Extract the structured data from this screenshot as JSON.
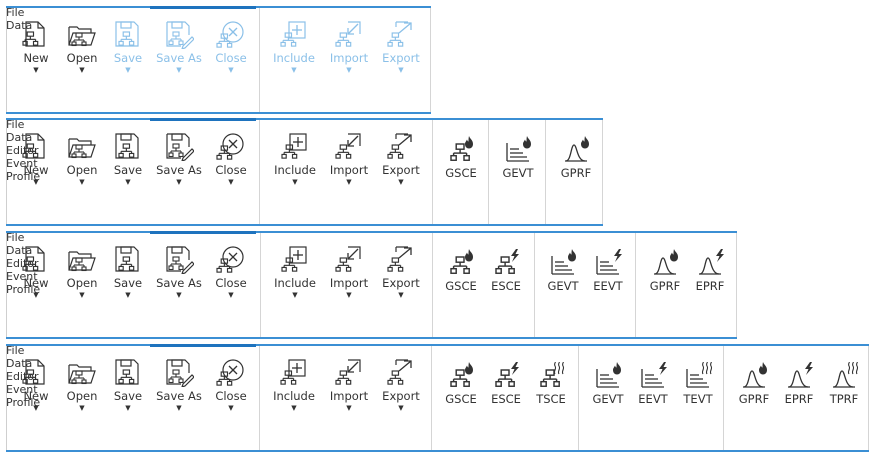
{
  "accent_color": "#3b8fd4",
  "disabled_color": "#8bc0e8",
  "ribbons": [
    {
      "groups": [
        {
          "label": "File",
          "buttons": [
            {
              "label": "New",
              "icon": "new-flowchart-icon",
              "dropdown": true,
              "enabled": true
            },
            {
              "label": "Open",
              "icon": "open-folder-flowchart-icon",
              "dropdown": true,
              "enabled": true
            },
            {
              "label": "Save",
              "icon": "save-flowchart-icon",
              "dropdown": true,
              "enabled": false
            },
            {
              "label": "Save As",
              "icon": "save-as-flowchart-icon",
              "dropdown": true,
              "enabled": false
            },
            {
              "label": "Close",
              "icon": "close-circle-icon",
              "dropdown": true,
              "enabled": false
            }
          ]
        },
        {
          "label": "Data",
          "buttons": [
            {
              "label": "Include",
              "icon": "include-plus-icon",
              "dropdown": true,
              "enabled": false
            },
            {
              "label": "Import",
              "icon": "import-arrow-icon",
              "dropdown": true,
              "enabled": false
            },
            {
              "label": "Export",
              "icon": "export-arrow-icon",
              "dropdown": true,
              "enabled": false
            }
          ]
        }
      ]
    },
    {
      "groups": [
        {
          "label": "File",
          "buttons": [
            {
              "label": "New",
              "icon": "new-flowchart-icon",
              "dropdown": true,
              "enabled": true
            },
            {
              "label": "Open",
              "icon": "open-folder-flowchart-icon",
              "dropdown": true,
              "enabled": true
            },
            {
              "label": "Save",
              "icon": "save-flowchart-icon",
              "dropdown": true,
              "enabled": true
            },
            {
              "label": "Save As",
              "icon": "save-as-flowchart-icon",
              "dropdown": true,
              "enabled": true
            },
            {
              "label": "Close",
              "icon": "close-circle-icon",
              "dropdown": true,
              "enabled": true
            }
          ]
        },
        {
          "label": "Data",
          "buttons": [
            {
              "label": "Include",
              "icon": "include-plus-icon",
              "dropdown": true,
              "enabled": true
            },
            {
              "label": "Import",
              "icon": "import-arrow-icon",
              "dropdown": true,
              "enabled": true
            },
            {
              "label": "Export",
              "icon": "export-arrow-icon",
              "dropdown": true,
              "enabled": true
            }
          ]
        },
        {
          "label": "Editor",
          "buttons": [
            {
              "label": "GSCE",
              "icon": "gsce-flame-icon",
              "dropdown": false,
              "enabled": true
            }
          ]
        },
        {
          "label": "Event",
          "buttons": [
            {
              "label": "GEVT",
              "icon": "gevt-flame-icon",
              "dropdown": false,
              "enabled": true
            }
          ]
        },
        {
          "label": "Profile",
          "buttons": [
            {
              "label": "GPRF",
              "icon": "gprf-flame-icon",
              "dropdown": false,
              "enabled": true
            }
          ]
        }
      ]
    },
    {
      "groups": [
        {
          "label": "File",
          "buttons": [
            {
              "label": "New",
              "icon": "new-flowchart-icon",
              "dropdown": true,
              "enabled": true
            },
            {
              "label": "Open",
              "icon": "open-folder-flowchart-icon",
              "dropdown": true,
              "enabled": true
            },
            {
              "label": "Save",
              "icon": "save-flowchart-icon",
              "dropdown": true,
              "enabled": true
            },
            {
              "label": "Save As",
              "icon": "save-as-flowchart-icon",
              "dropdown": true,
              "enabled": true
            },
            {
              "label": "Close",
              "icon": "close-circle-icon",
              "dropdown": true,
              "enabled": true
            }
          ]
        },
        {
          "label": "Data",
          "buttons": [
            {
              "label": "Include",
              "icon": "include-plus-icon",
              "dropdown": true,
              "enabled": true
            },
            {
              "label": "Import",
              "icon": "import-arrow-icon",
              "dropdown": true,
              "enabled": true
            },
            {
              "label": "Export",
              "icon": "export-arrow-icon",
              "dropdown": true,
              "enabled": true
            }
          ]
        },
        {
          "label": "Editor",
          "buttons": [
            {
              "label": "GSCE",
              "icon": "gsce-flame-icon",
              "dropdown": false,
              "enabled": true
            },
            {
              "label": "ESCE",
              "icon": "esce-bolt-icon",
              "dropdown": false,
              "enabled": true
            }
          ]
        },
        {
          "label": "Event",
          "buttons": [
            {
              "label": "GEVT",
              "icon": "gevt-flame-icon",
              "dropdown": false,
              "enabled": true
            },
            {
              "label": "EEVT",
              "icon": "eevt-bolt-icon",
              "dropdown": false,
              "enabled": true
            }
          ]
        },
        {
          "label": "Profile",
          "buttons": [
            {
              "label": "GPRF",
              "icon": "gprf-flame-icon",
              "dropdown": false,
              "enabled": true
            },
            {
              "label": "EPRF",
              "icon": "eprf-bolt-icon",
              "dropdown": false,
              "enabled": true
            }
          ]
        }
      ]
    },
    {
      "groups": [
        {
          "label": "File",
          "buttons": [
            {
              "label": "New",
              "icon": "new-flowchart-icon",
              "dropdown": true,
              "enabled": true
            },
            {
              "label": "Open",
              "icon": "open-folder-flowchart-icon",
              "dropdown": true,
              "enabled": true
            },
            {
              "label": "Save",
              "icon": "save-flowchart-icon",
              "dropdown": true,
              "enabled": true
            },
            {
              "label": "Save As",
              "icon": "save-as-flowchart-icon",
              "dropdown": true,
              "enabled": true
            },
            {
              "label": "Close",
              "icon": "close-circle-icon",
              "dropdown": true,
              "enabled": true
            }
          ]
        },
        {
          "label": "Data",
          "buttons": [
            {
              "label": "Include",
              "icon": "include-plus-icon",
              "dropdown": true,
              "enabled": true
            },
            {
              "label": "Import",
              "icon": "import-arrow-icon",
              "dropdown": true,
              "enabled": true
            },
            {
              "label": "Export",
              "icon": "export-arrow-icon",
              "dropdown": true,
              "enabled": true
            }
          ]
        },
        {
          "label": "Editor",
          "buttons": [
            {
              "label": "GSCE",
              "icon": "gsce-flame-icon",
              "dropdown": false,
              "enabled": true
            },
            {
              "label": "ESCE",
              "icon": "esce-bolt-icon",
              "dropdown": false,
              "enabled": true
            },
            {
              "label": "TSCE",
              "icon": "tsce-heat-icon",
              "dropdown": false,
              "enabled": true
            }
          ]
        },
        {
          "label": "Event",
          "buttons": [
            {
              "label": "GEVT",
              "icon": "gevt-flame-icon",
              "dropdown": false,
              "enabled": true
            },
            {
              "label": "EEVT",
              "icon": "eevt-bolt-icon",
              "dropdown": false,
              "enabled": true
            },
            {
              "label": "TEVT",
              "icon": "tevt-heat-icon",
              "dropdown": false,
              "enabled": true
            }
          ]
        },
        {
          "label": "Profile",
          "buttons": [
            {
              "label": "GPRF",
              "icon": "gprf-flame-icon",
              "dropdown": false,
              "enabled": true
            },
            {
              "label": "EPRF",
              "icon": "eprf-bolt-icon",
              "dropdown": false,
              "enabled": true
            },
            {
              "label": "TPRF",
              "icon": "tprf-heat-icon",
              "dropdown": false,
              "enabled": true
            }
          ]
        }
      ]
    }
  ]
}
